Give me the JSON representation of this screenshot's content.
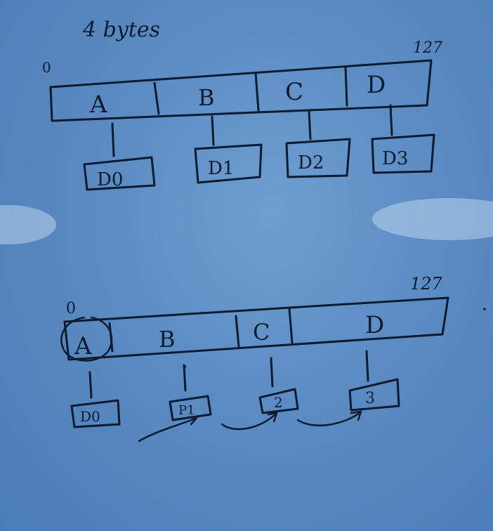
{
  "top": {
    "heading": "4 bytes",
    "start": "0",
    "end": "127",
    "fields": [
      "A",
      "B",
      "C",
      "D"
    ],
    "blocks": [
      "D0",
      "D1",
      "D2",
      "D3"
    ]
  },
  "bottom": {
    "start": "0",
    "end": "127",
    "fields": [
      "A",
      "B",
      "C",
      "D"
    ],
    "blocks": [
      "D0",
      "P1",
      "2",
      "3"
    ]
  },
  "colors": {
    "board": "#5a8bc2",
    "ink": "#0e1b2f"
  }
}
